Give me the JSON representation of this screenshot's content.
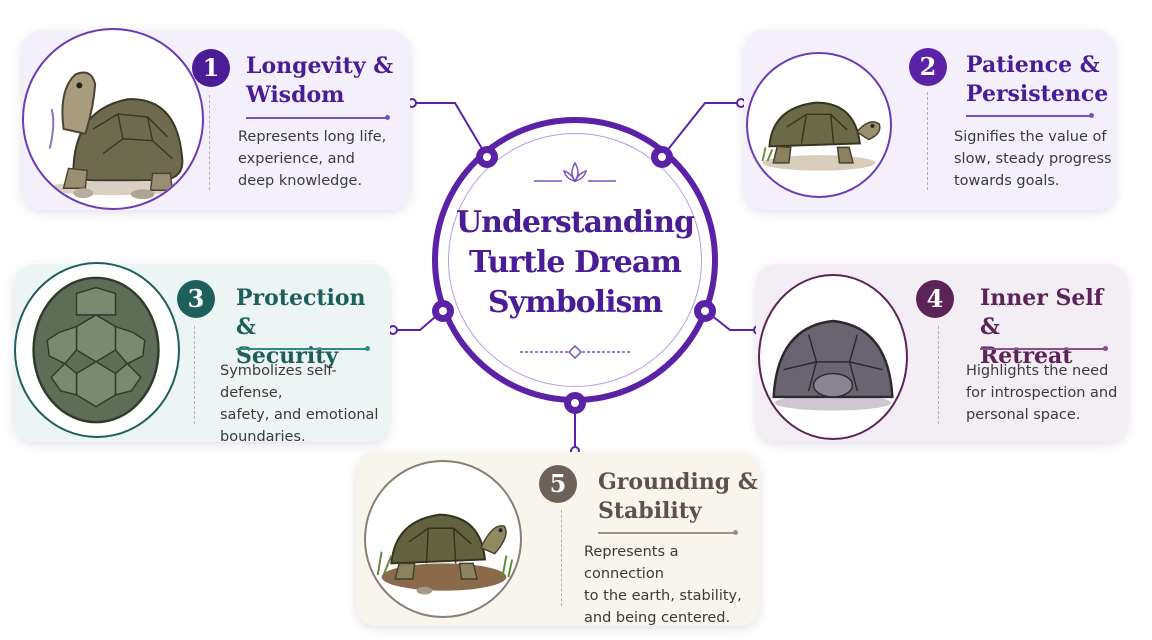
{
  "center": {
    "title_line1": "Understanding",
    "title_line2": "Turtle Dream",
    "title_line3": "Symbolism"
  },
  "cards": [
    {
      "number": "1",
      "title_line1": "Longevity &",
      "title_line2": "Wisdom",
      "desc_line1": "Represents long life,",
      "desc_line2": "experience, and",
      "desc_line3": "deep knowledge.",
      "accent": "#4a1d96",
      "image": "old-tortoise-illustration"
    },
    {
      "number": "2",
      "title_line1": "Patience &",
      "title_line2": "Persistence",
      "desc_line1": "Signifies the value of",
      "desc_line2": "slow, steady progress",
      "desc_line3": "towards goals.",
      "accent": "#5b22a8",
      "image": "walking-turtle-illustration"
    },
    {
      "number": "3",
      "title_line1": "Protection &",
      "title_line2": "Security",
      "desc_line1": "Symbolizes self-defense,",
      "desc_line2": "safety, and emotional",
      "desc_line3": "boundaries.",
      "accent": "#1f5f5b",
      "image": "turtle-shell-top-illustration"
    },
    {
      "number": "4",
      "title_line1": "Inner Self &",
      "title_line2": "Retreat",
      "desc_line1": "Highlights the need",
      "desc_line2": "for introspection and",
      "desc_line3": "personal space.",
      "accent": "#5c2358",
      "image": "withdrawn-turtle-illustration"
    },
    {
      "number": "5",
      "title_line1": "Grounding &",
      "title_line2": "Stability",
      "desc_line1": "Represents a connection",
      "desc_line2": "to the earth, stability,",
      "desc_line3": "and being centered.",
      "accent": "#6e6258",
      "image": "grounded-turtle-illustration"
    }
  ],
  "colors": {
    "main_purple": "#5b22a8",
    "card1_bg": "#f4f0fb",
    "card2_bg": "#f4f0fb",
    "card3_bg": "#edf5f4",
    "card4_bg": "#f2eef3",
    "card5_bg": "#f8f4ee"
  }
}
